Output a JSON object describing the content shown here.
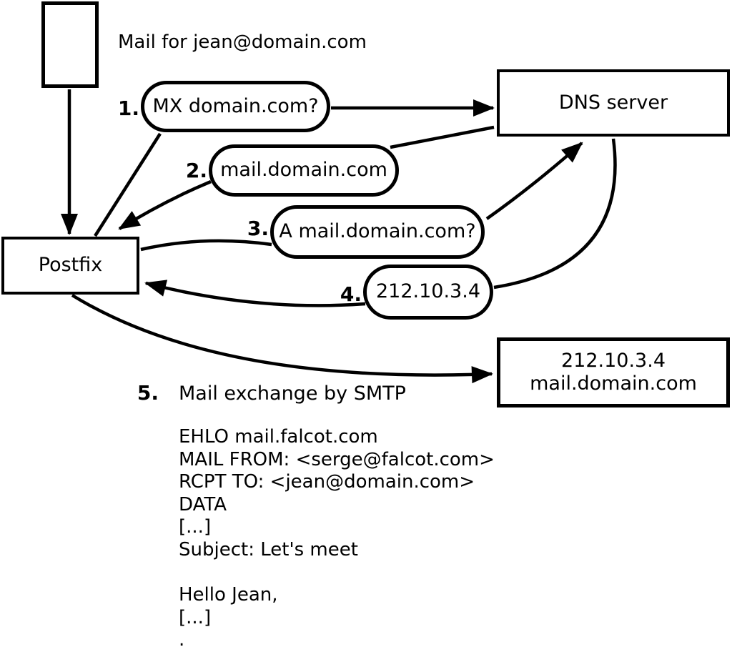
{
  "diagram": {
    "title_annotation": "Mail for jean@domain.com",
    "nodes": {
      "mail_source": "",
      "postfix": "Postfix",
      "dns_server": "DNS server",
      "destination_line1": "212.10.3.4",
      "destination_line2": "mail.domain.com"
    },
    "steps": [
      {
        "num": "1.",
        "label": "MX domain.com?",
        "kind": "dns-query"
      },
      {
        "num": "2.",
        "label": "mail.domain.com",
        "kind": "dns-answer"
      },
      {
        "num": "3.",
        "label": "A mail.domain.com?",
        "kind": "dns-query"
      },
      {
        "num": "4.",
        "label": "212.10.3.4",
        "kind": "dns-answer"
      },
      {
        "num": "5.",
        "label": "Mail exchange by SMTP",
        "kind": "smtp-transfer"
      }
    ],
    "smtp_session": "EHLO mail.falcot.com\nMAIL FROM: <serge@falcot.com>\nRCPT TO: <jean@domain.com>\nDATA\n[...]\nSubject: Let's meet\n\nHello Jean,\n[...]\n.",
    "colors": {
      "line": "#000000",
      "background": "#ffffff"
    }
  }
}
